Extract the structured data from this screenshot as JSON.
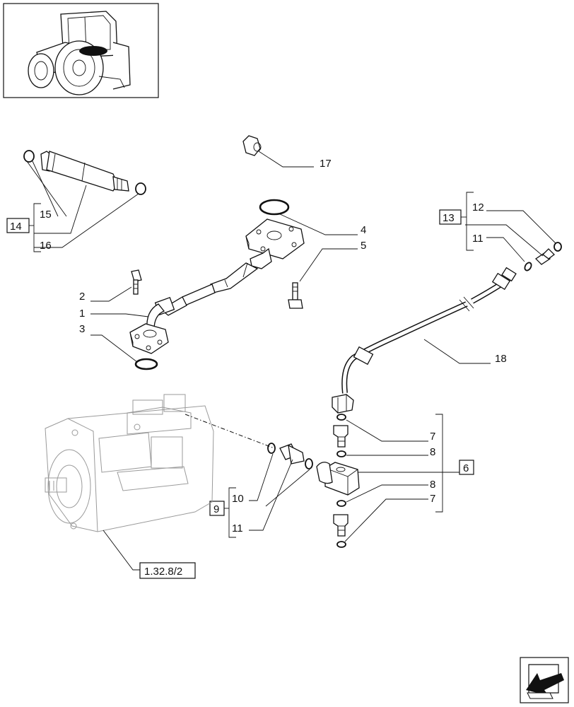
{
  "callouts": {
    "c1": "1",
    "c2": "2",
    "c3": "3",
    "c4": "4",
    "c5": "5",
    "c6": "6",
    "c7a": "7",
    "c8a": "8",
    "c8b": "8",
    "c7b": "7",
    "c9": "9",
    "c10": "10",
    "c11a": "11",
    "c11b": "11",
    "c12": "12",
    "c13": "13",
    "c14": "14",
    "c15": "15",
    "c16": "16",
    "c17": "17",
    "c18": "18"
  },
  "reference": "1.32.8/2",
  "icons": {
    "thumbnail": "tractor-thumbnail-icon",
    "navigation": "next-page-arrow-icon"
  }
}
